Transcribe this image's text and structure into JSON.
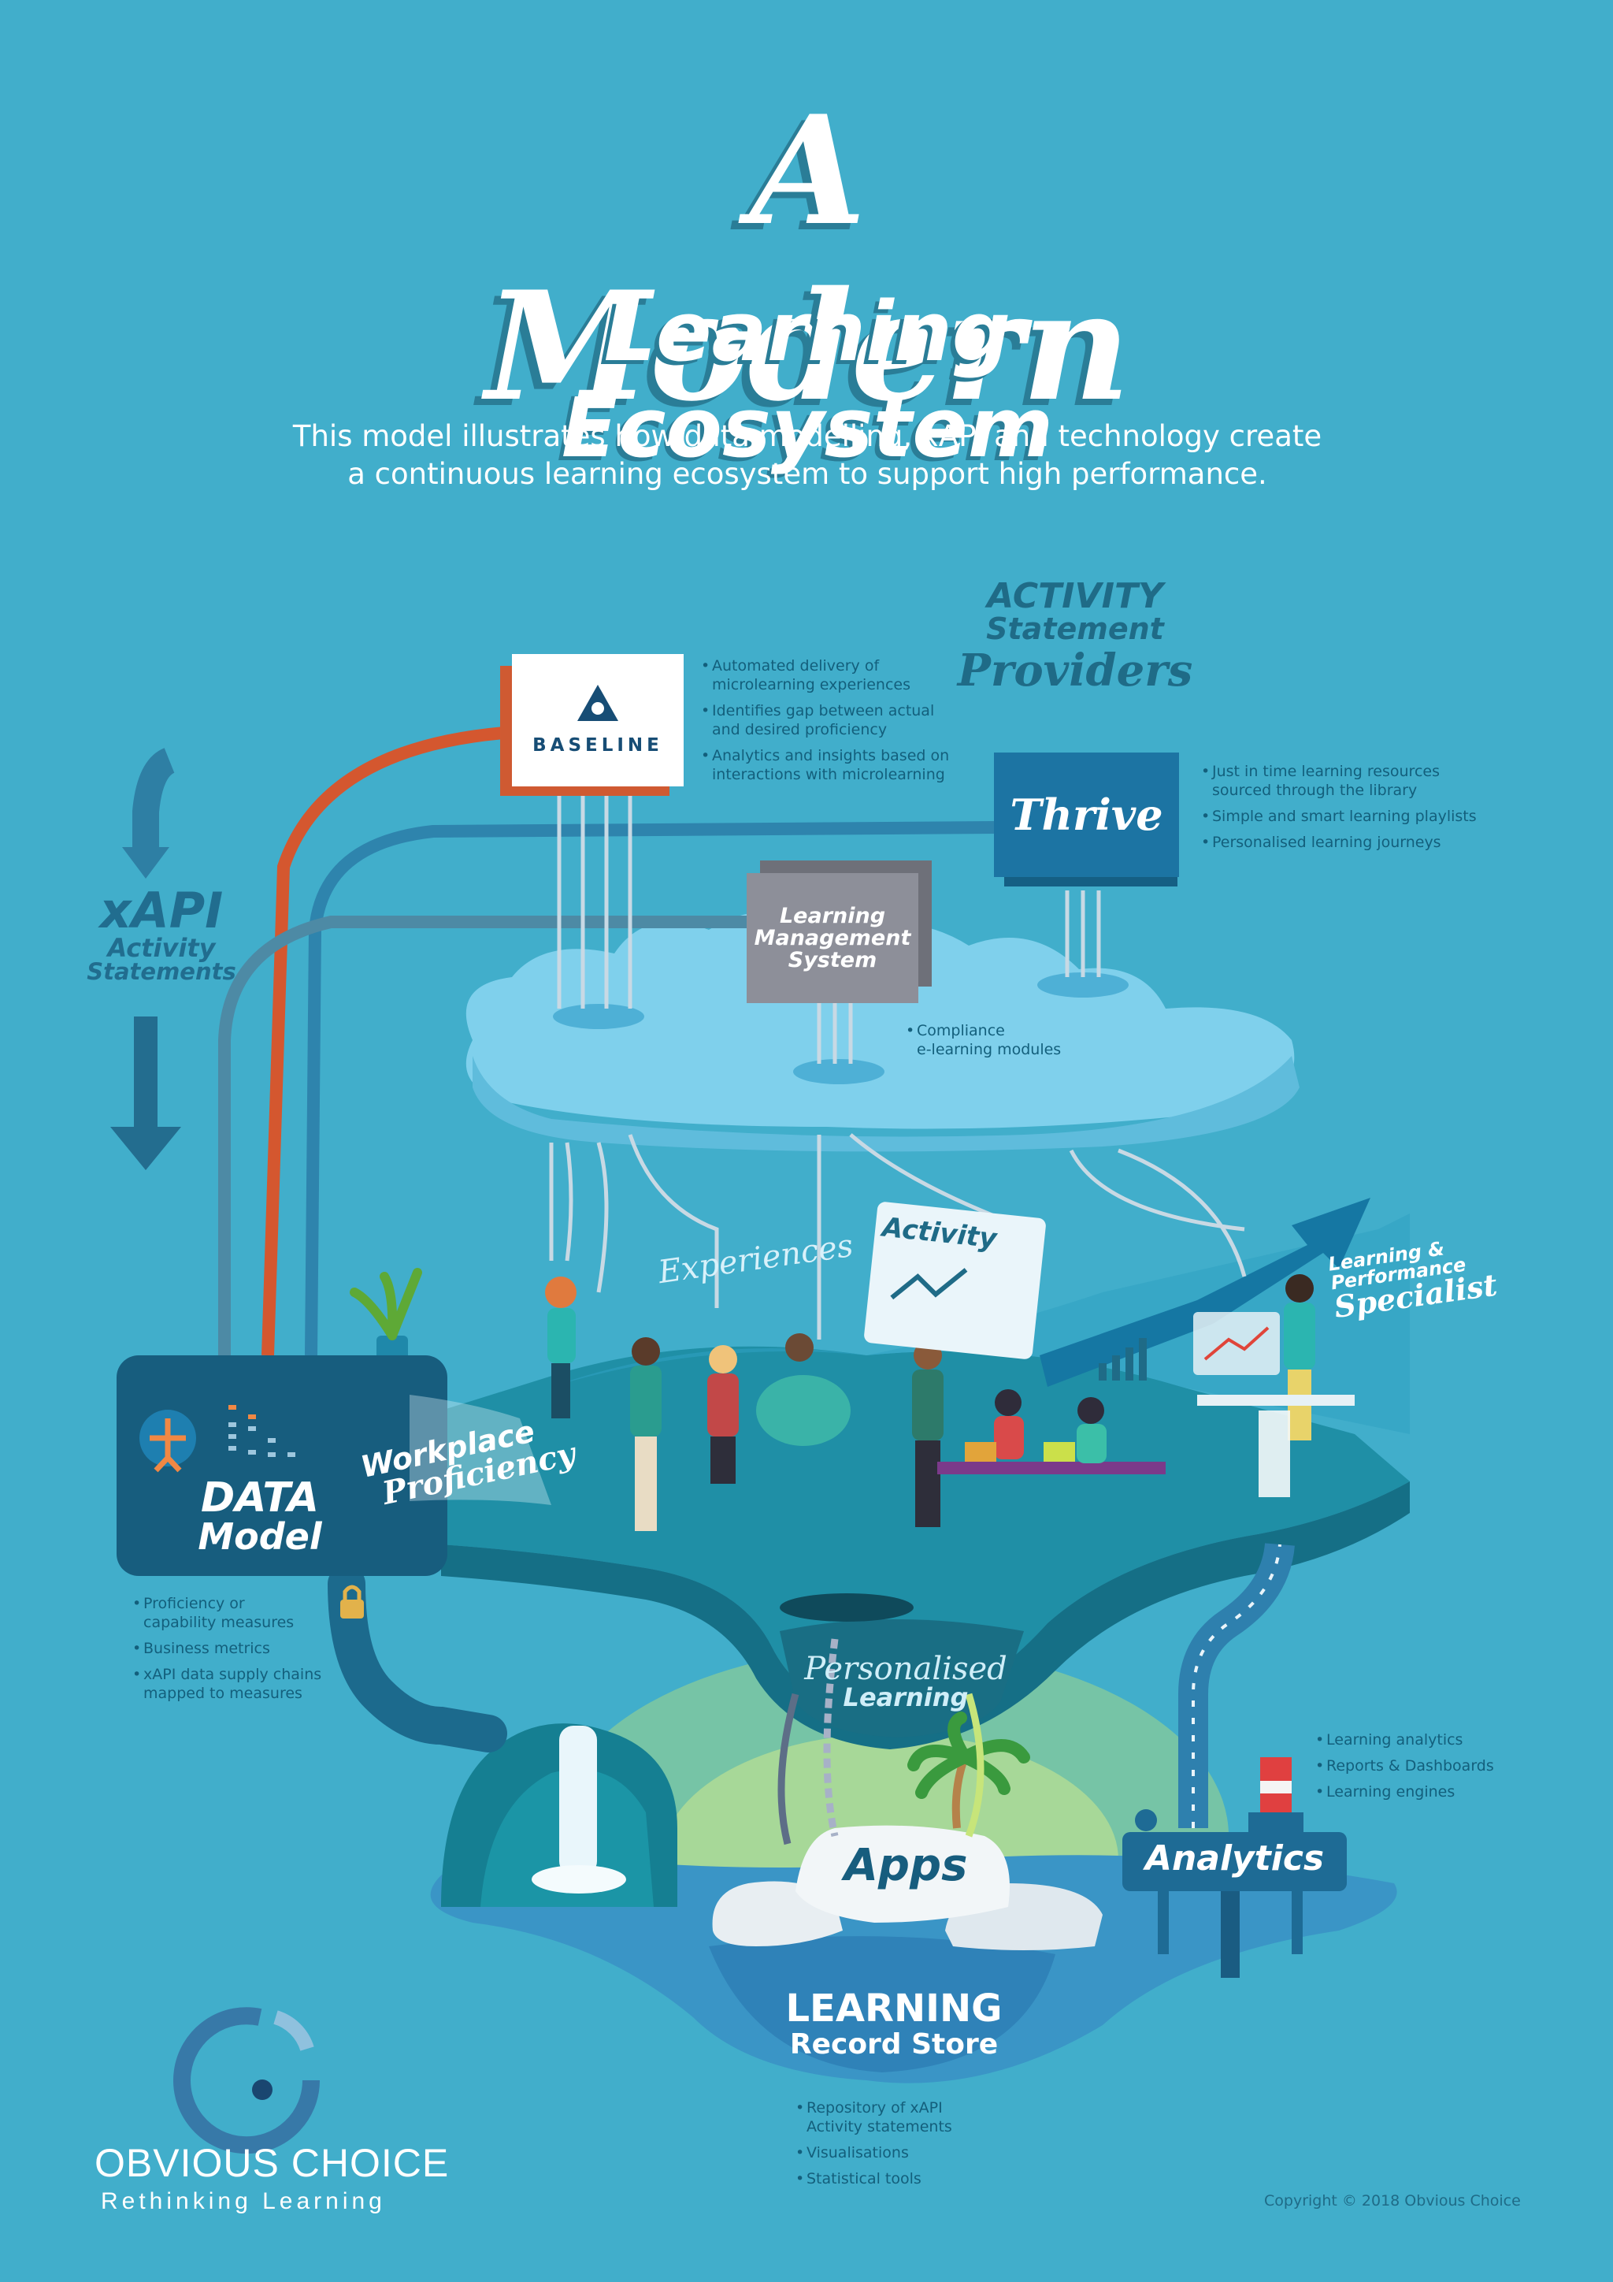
{
  "header": {
    "title_line1": "A Modern",
    "title_line2": "Learning Ecosystem",
    "intro_line1": "This model illustrates how data modelling, xAPI and technology create",
    "intro_line2": "a continuous learning ecosystem to support high performance."
  },
  "providers": {
    "heading_line1": "ACTIVITY",
    "heading_line2": "Statement",
    "heading_line3": "Providers",
    "baseline": {
      "name": "BASELINE",
      "bullets": [
        "Automated delivery of\nmicrolearning experiences",
        "Identifies gap between actual\nand desired proficiency",
        "Analytics and insights based on\ninteractions with microlearning"
      ]
    },
    "thrive": {
      "name": "Thrive",
      "bullets": [
        "Just in time learning resources\nsourced through the library",
        "Simple and smart learning playlists",
        "Personalised learning journeys"
      ]
    },
    "lms": {
      "name_line1": "Learning",
      "name_line2": "Management",
      "name_line3": "System",
      "bullets": [
        "Compliance\ne-learning modules"
      ]
    }
  },
  "xapi": {
    "line1": "xAPI",
    "line2": "Activity",
    "line3": "Statements"
  },
  "scene": {
    "experiences": "Experiences",
    "activity": "Activity",
    "workplace_line1": "Workplace",
    "workplace_line2": "Proficiency",
    "specialist_line1": "Learning &",
    "specialist_line2": "Performance",
    "specialist_line3": "Specialist",
    "personalised_line1": "Personalised",
    "personalised_line2": "Learning"
  },
  "data_model": {
    "line1": "DATA",
    "line2": "Model",
    "bullets": [
      "Proficiency or\ncapability measures",
      "Business metrics",
      "xAPI data supply chains\nmapped to measures"
    ]
  },
  "analytics": {
    "label": "Analytics",
    "bullets": [
      "Learning analytics",
      "Reports & Dashboards",
      "Learning engines"
    ]
  },
  "apps": {
    "label": "Apps"
  },
  "lrs": {
    "line1": "LEARNING",
    "line2": "Record Store",
    "bullets": [
      "Repository of xAPI\nActivity statements",
      "Visualisations",
      "Statistical tools"
    ]
  },
  "brand": {
    "name": "OBVIOUS CHOICE",
    "tagline": "Rethinking Learning",
    "copyright": "Copyright © 2018 Obvious Choice"
  },
  "colors": {
    "background": "#41aecb",
    "dark_teal": "#1f6b87",
    "navy": "#175d7e",
    "orange": "#d4572f",
    "cloud": "#7fd0ec",
    "lms_grey": "#8d8f99"
  }
}
